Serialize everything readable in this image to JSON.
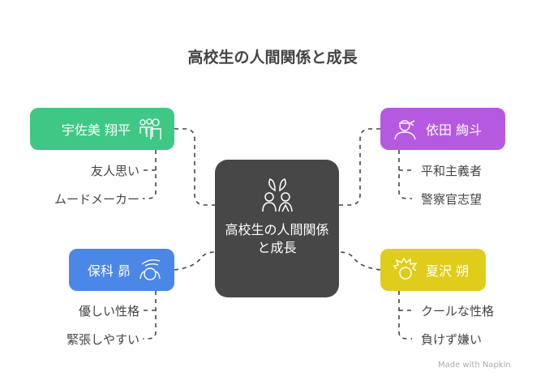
{
  "title": "高校生の人間関係と成長",
  "center": {
    "label": "高校生の人間関係と成長",
    "icon": "couple-icon"
  },
  "nodes": [
    {
      "name": "宇佐美 翔平",
      "color": "#3fc785",
      "icon": "group-icon",
      "traits": [
        "友人思い",
        "ムードメーカー"
      ]
    },
    {
      "name": "依田 絢斗",
      "color": "#b55ae0",
      "icon": "headband-person-icon",
      "traits": [
        "平和主義者",
        "警察官志望"
      ]
    },
    {
      "name": "保科 昴",
      "color": "#4a87e6",
      "icon": "shy-person-icon",
      "traits": [
        "優しい性格",
        "緊張しやすい"
      ]
    },
    {
      "name": "夏沢 朔",
      "color": "#e0cc1a",
      "icon": "spiky-hair-person-icon",
      "traits": [
        "クールな性格",
        "負けず嫌い"
      ]
    }
  ],
  "watermark": "Made with Napkin"
}
